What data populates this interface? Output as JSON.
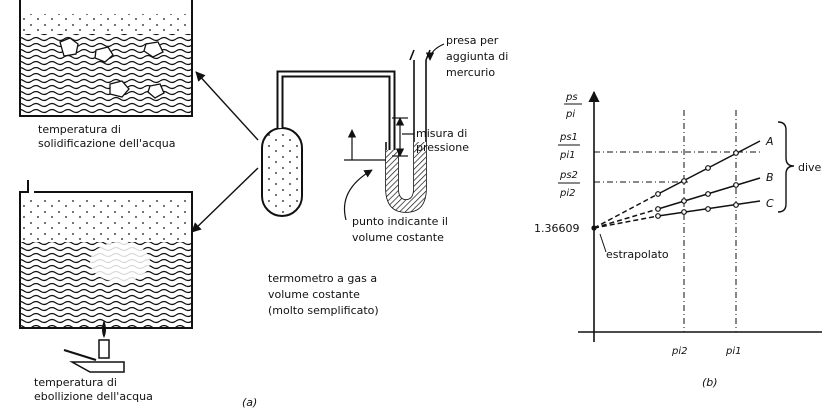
{
  "panel_a": {
    "ice_label_line1": "temperatura di",
    "ice_label_line2": "solidificazione dell'acqua",
    "boil_label_line1": "temperatura di",
    "boil_label_line2": "ebollizione dell'acqua",
    "mercury_label_line1": "presa per",
    "mercury_label_line2": "aggiunta di",
    "mercury_label_line3": "mercurio",
    "pressure_label_line1": "misura di",
    "pressure_label_line2": "pressione",
    "point_label_line1": "punto indicante il",
    "point_label_line2": "volume costante",
    "title_line1": "termometro a gas a",
    "title_line2": "volume costante",
    "title_line3": "(molto semplificato)",
    "caption": "(a)"
  },
  "panel_b": {
    "y_axis_num": "ps",
    "y_axis_den": "pi",
    "tick1_num": "ps1",
    "tick1_den": "pi1",
    "tick2_num": "ps2",
    "tick2_den": "pi2",
    "intercept_label": "1.36609",
    "extrapolated_label": "estrapolato",
    "x_tick_1": "pi2",
    "x_tick_2": "pi1",
    "line_A": "A",
    "line_B": "B",
    "line_C": "C",
    "bracket_label": "dive",
    "caption": "(b)"
  }
}
